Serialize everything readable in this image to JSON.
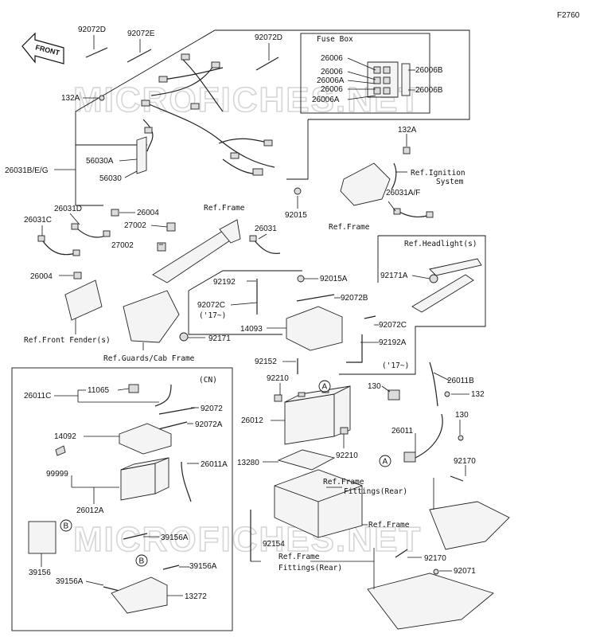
{
  "figure_code": "F2760",
  "front_label": "FRONT",
  "fuse_box_title": "Fuse Box",
  "cn_label": "(CN)",
  "watermark": "MICROFICHES.NET",
  "labels": {
    "l92072D_a": "92072D",
    "l92072E": "92072E",
    "l92072D_b": "92072D",
    "l132A_a": "132A",
    "l26006_1": "26006",
    "l26006_2": "26006",
    "l26006A_1": "26006A",
    "l26006_3": "26006",
    "l26006A_2": "26006A",
    "l26006B_1": "26006B",
    "l26006B_2": "26006B",
    "l132A_b": "132A",
    "refIgnition1": "Ref.Ignition",
    "refIgnition2": "System",
    "l26031BEG": "26031B/E/G",
    "l56030A": "56030A",
    "l56030": "56030",
    "l26031AF": "26031A/F",
    "l92015": "92015",
    "refFrame_c": "Ref.Frame",
    "l26031D": "26031D",
    "l26004_a": "26004",
    "refFrame_a": "Ref.Frame",
    "l26031C": "26031C",
    "l27002_a": "27002",
    "l27002_b": "27002",
    "l26031": "26031",
    "refHeadlight": "Ref.Headlight(s)",
    "l26004_b": "26004",
    "l92192": "92192",
    "l92015A": "92015A",
    "l92171A": "92171A",
    "l92072C_a": "92072C",
    "l17a": "('17~)",
    "l92072B": "92072B",
    "l14093": "14093",
    "l92072C_b": "92072C",
    "l92192A": "92192A",
    "refFrontFender": "Ref.Front Fender(s)",
    "l92171": "92171",
    "l17b": "('17~)",
    "refGuards": "Ref.Guards/Cab Frame",
    "l92152": "92152",
    "l26011B": "26011B",
    "l92210_a": "92210",
    "l130_a": "130",
    "l132": "132",
    "l26011C": "26011C",
    "l11065": "11065",
    "l92072": "92072",
    "l92072A": "92072A",
    "l26012": "26012",
    "l130_b": "130",
    "l92210_b": "92210",
    "l14092": "14092",
    "l26011": "26011",
    "l26011A": "26011A",
    "l13280": "13280",
    "l92170_a": "92170",
    "l99999": "99999",
    "refFittingsA1": "Ref.Frame",
    "refFittingsA2": "Fittings(Rear)",
    "l26012A": "26012A",
    "refFrame_b": "Ref.Frame",
    "l39156A_a": "39156A",
    "l92154": "92154",
    "l39156": "39156",
    "l39156A_b": "39156A",
    "refFittingsB1": "Ref.Frame",
    "refFittingsB2": "Fittings(Rear)",
    "l92170_b": "92170",
    "l39156A_c": "39156A",
    "l92071": "92071",
    "l13272": "13272"
  },
  "callouts": {
    "A1": "A",
    "A2": "A",
    "B1": "B",
    "B2": "B"
  }
}
